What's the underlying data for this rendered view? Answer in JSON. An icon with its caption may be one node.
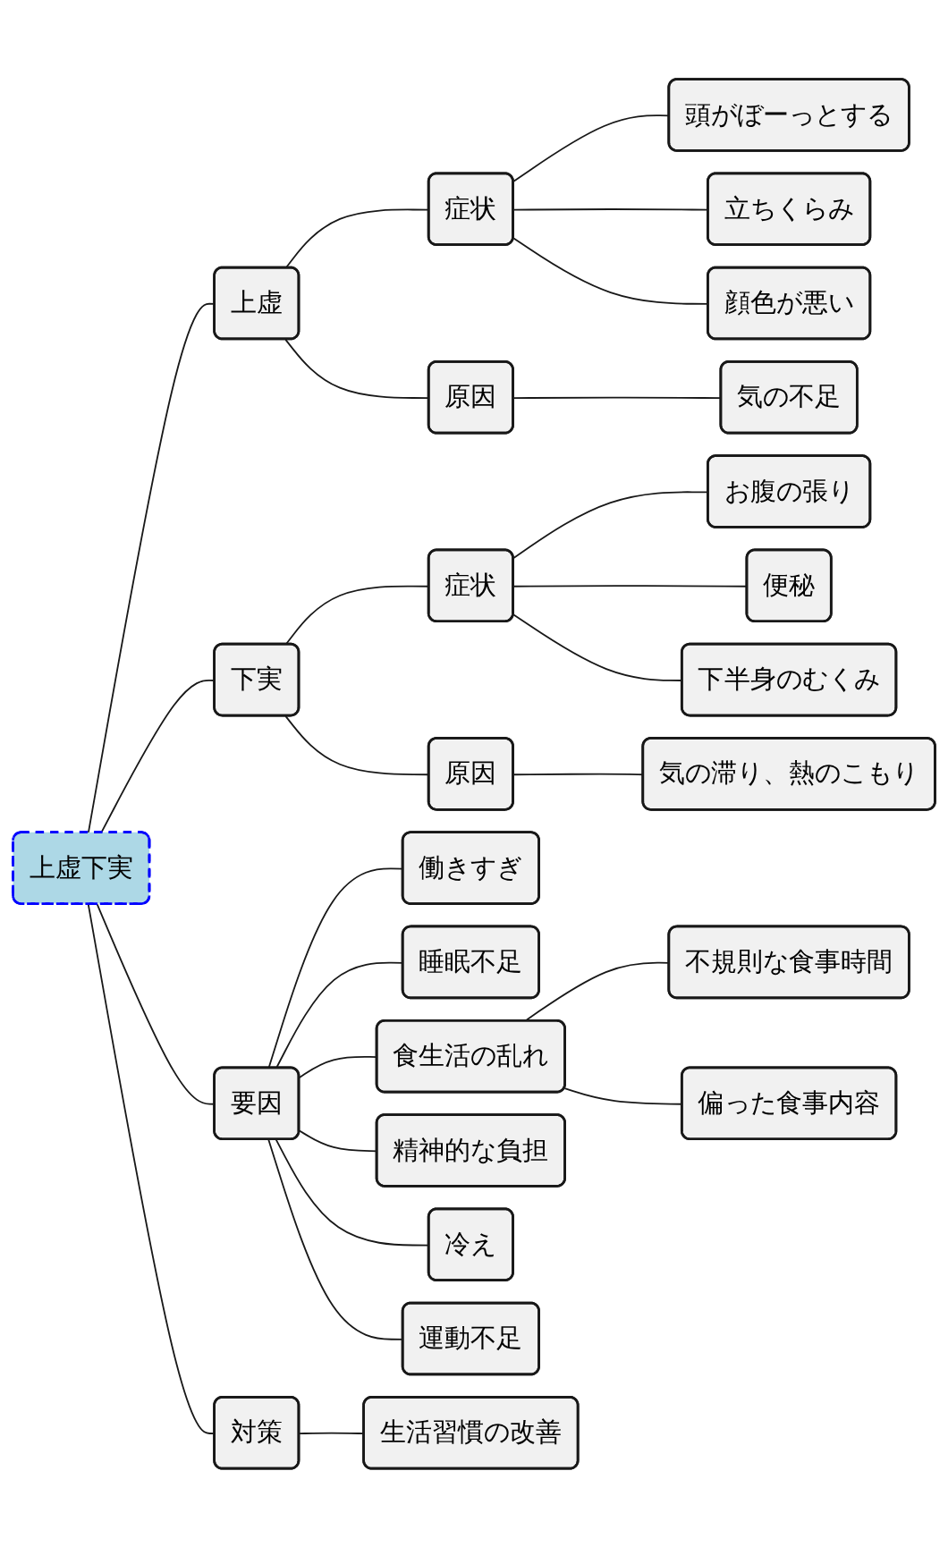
{
  "diagram": {
    "nodes": [
      {
        "text": [
          "上虚下実"
        ]
      },
      {
        "text": [
          "上虚"
        ]
      },
      {
        "text": [
          "症状"
        ]
      },
      {
        "text": [
          "頭がぼーっとする"
        ]
      },
      {
        "text": [
          "立ちくらみ"
        ]
      },
      {
        "text": [
          "顔色が悪い"
        ]
      },
      {
        "text": [
          "原因"
        ]
      },
      {
        "text": [
          "気の不足"
        ]
      },
      {
        "text": [
          "下実"
        ]
      },
      {
        "text": [
          "症状"
        ]
      },
      {
        "text": [
          "お腹の張り"
        ]
      },
      {
        "text": [
          "便秘"
        ]
      },
      {
        "text": [
          "下半身のむくみ"
        ]
      },
      {
        "text": [
          "原因"
        ]
      },
      {
        "text": [
          "気の滞り、熱のこもり"
        ]
      },
      {
        "text": [
          "要因"
        ]
      },
      {
        "text": [
          "働きすぎ"
        ]
      },
      {
        "text": [
          "睡眠不足"
        ]
      },
      {
        "text": [
          "食生活の乱れ"
        ]
      },
      {
        "text": [
          "不規則な食事時間"
        ]
      },
      {
        "text": [
          "偏った食事内容"
        ]
      },
      {
        "text": [
          "精神的な負担"
        ]
      },
      {
        "text": [
          "冷え"
        ]
      },
      {
        "text": [
          "運動不足"
        ]
      },
      {
        "text": [
          "対策"
        ]
      },
      {
        "text": [
          "生活習慣の改善"
        ]
      }
    ],
    "edges": [
      {
        "from": 0,
        "to": 1,
        "arrow": "none"
      },
      {
        "from": 1,
        "to": 2,
        "arrow": "none"
      },
      {
        "from": 2,
        "to": 3,
        "arrow": "none"
      },
      {
        "from": 2,
        "to": 4,
        "arrow": "none"
      },
      {
        "from": 2,
        "to": 5,
        "arrow": "none"
      },
      {
        "from": 1,
        "to": 6,
        "arrow": "none"
      },
      {
        "from": 6,
        "to": 7,
        "arrow": "none"
      },
      {
        "from": 0,
        "to": 8,
        "arrow": "none"
      },
      {
        "from": 8,
        "to": 9,
        "arrow": "none"
      },
      {
        "from": 9,
        "to": 10,
        "arrow": "none"
      },
      {
        "from": 9,
        "to": 11,
        "arrow": "none"
      },
      {
        "from": 9,
        "to": 12,
        "arrow": "none"
      },
      {
        "from": 8,
        "to": 13,
        "arrow": "none"
      },
      {
        "from": 13,
        "to": 14,
        "arrow": "none"
      },
      {
        "from": 0,
        "to": 15,
        "arrow": "none"
      },
      {
        "from": 15,
        "to": 16,
        "arrow": "none"
      },
      {
        "from": 15,
        "to": 17,
        "arrow": "none"
      },
      {
        "from": 15,
        "to": 18,
        "arrow": "none"
      },
      {
        "from": 18,
        "to": 19,
        "arrow": "none"
      },
      {
        "from": 18,
        "to": 20,
        "arrow": "none"
      },
      {
        "from": 15,
        "to": 21,
        "arrow": "none"
      },
      {
        "from": 15,
        "to": 22,
        "arrow": "none"
      },
      {
        "from": 15,
        "to": 23,
        "arrow": "none"
      },
      {
        "from": 0,
        "to": 24,
        "arrow": "none"
      },
      {
        "from": 24,
        "to": 25,
        "arrow": "none"
      }
    ]
  }
}
